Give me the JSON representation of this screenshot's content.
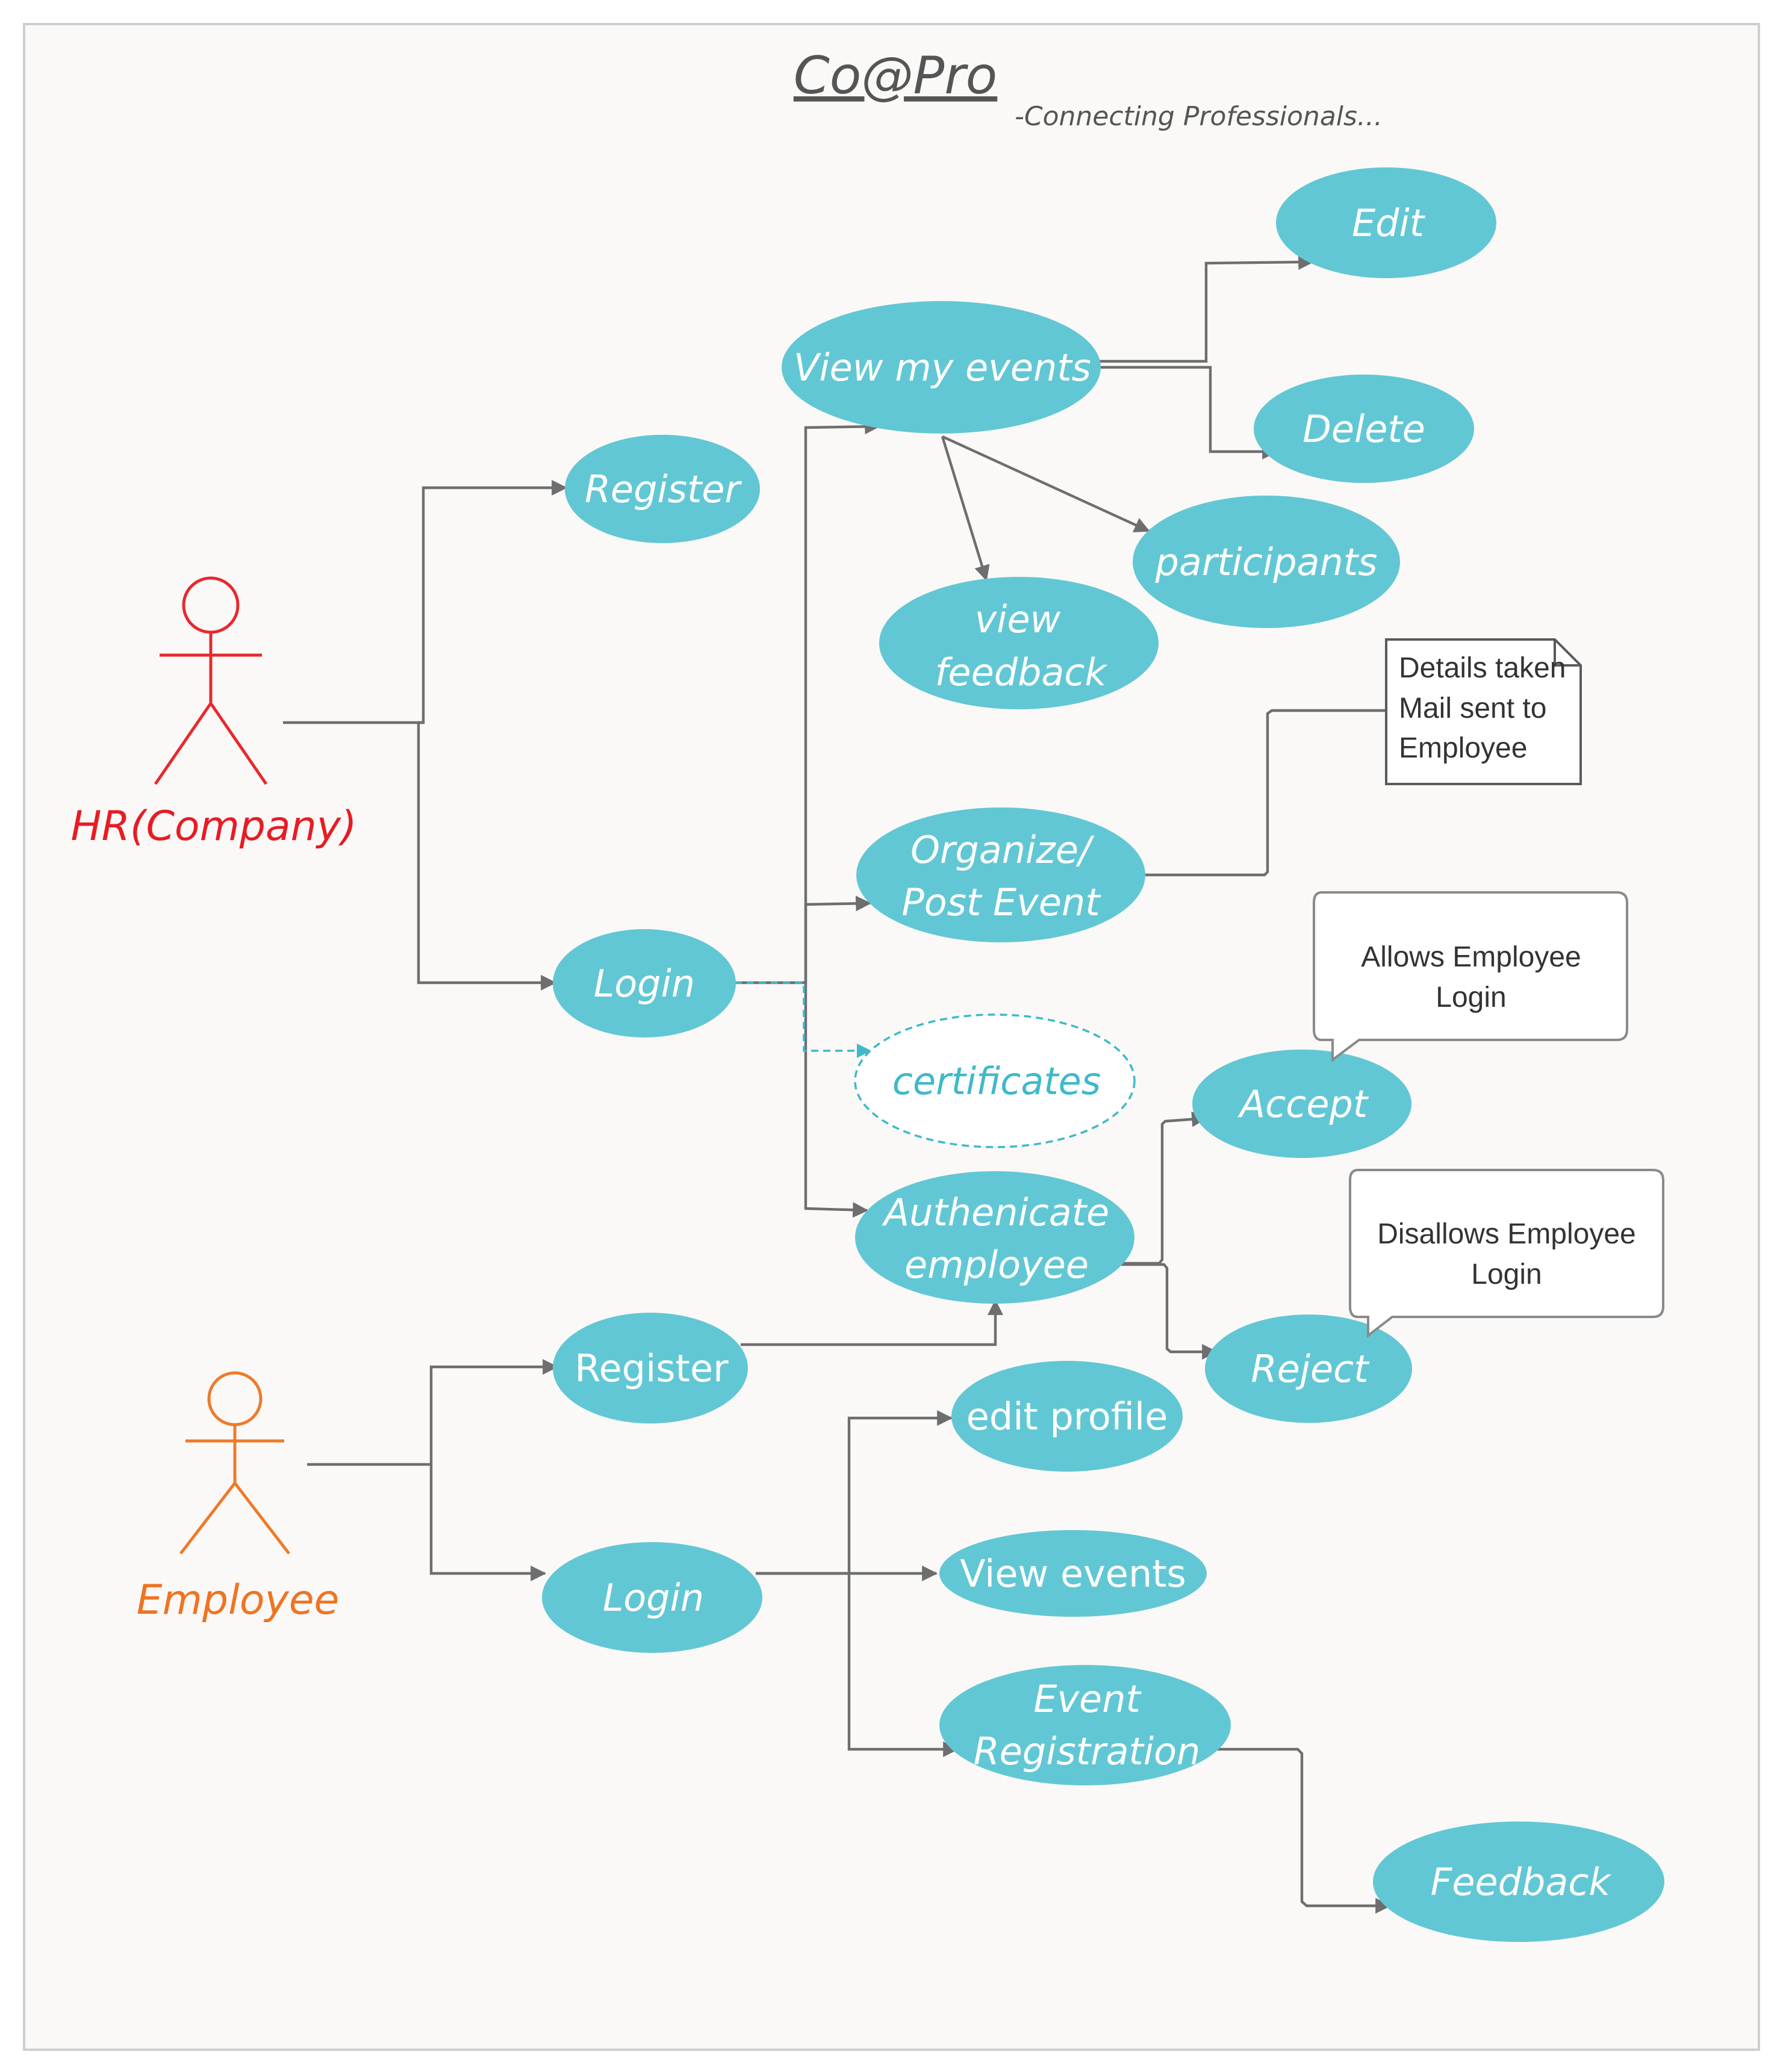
{
  "title": "Co@Pro",
  "subtitle": "-Connecting Professionals...",
  "actors": {
    "hr": "HR(Company)",
    "employee": "Employee"
  },
  "use_cases": {
    "hr_register": "Register",
    "hr_login": "Login",
    "view_my_events": "View my events",
    "edit": "Edit",
    "delete": "Delete",
    "participants": "participants",
    "view_feedback": [
      "view",
      "feedback"
    ],
    "organize_post_event": [
      "Organize/",
      "Post Event"
    ],
    "certificates": "certificates",
    "authenticate_employee": [
      "Authenicate",
      "employee"
    ],
    "accept": "Accept",
    "reject": "Reject",
    "emp_register": "Register",
    "emp_login": "Login",
    "edit_profile": "edit profile",
    "view_events": "View events",
    "event_registration": [
      "Event",
      "Registration"
    ],
    "feedback": "Feedback"
  },
  "notes": {
    "details_note": [
      "Details taken",
      "Mail sent to",
      "Employee"
    ],
    "accept_callout": [
      "Allows Employee",
      "Login"
    ],
    "reject_callout": [
      "Disallows Employee",
      "Login"
    ]
  },
  "colors": {
    "use_case_fill": "#62c7d4",
    "hr_actor": "#e81b23",
    "employee_actor": "#ef7422",
    "connector": "#6e6e6e"
  }
}
